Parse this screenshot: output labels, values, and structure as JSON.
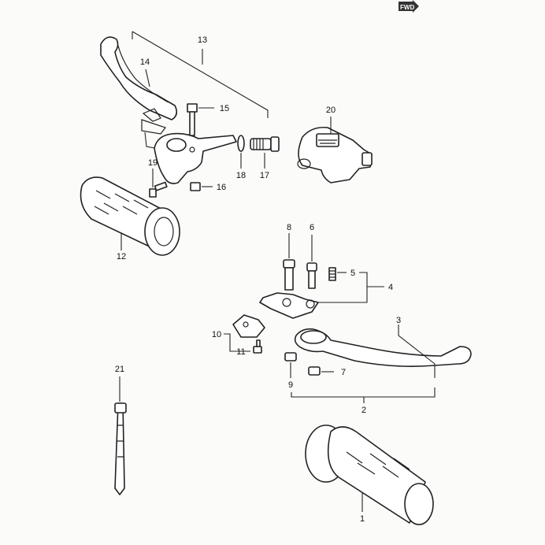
{
  "direction_badge": "FWD",
  "callouts": {
    "c1": "1",
    "c2": "2",
    "c3": "3",
    "c4": "4",
    "c5": "5",
    "c6": "6",
    "c7": "7",
    "c8": "8",
    "c9": "9",
    "c10": "10",
    "c11": "11",
    "c12": "12",
    "c13": "13",
    "c14": "14",
    "c15": "15",
    "c16": "16",
    "c17": "17",
    "c18": "18",
    "c19": "19",
    "c20": "20",
    "c21": "21"
  },
  "colors": {
    "ink": "#222222",
    "paper": "#fbfbf9"
  }
}
